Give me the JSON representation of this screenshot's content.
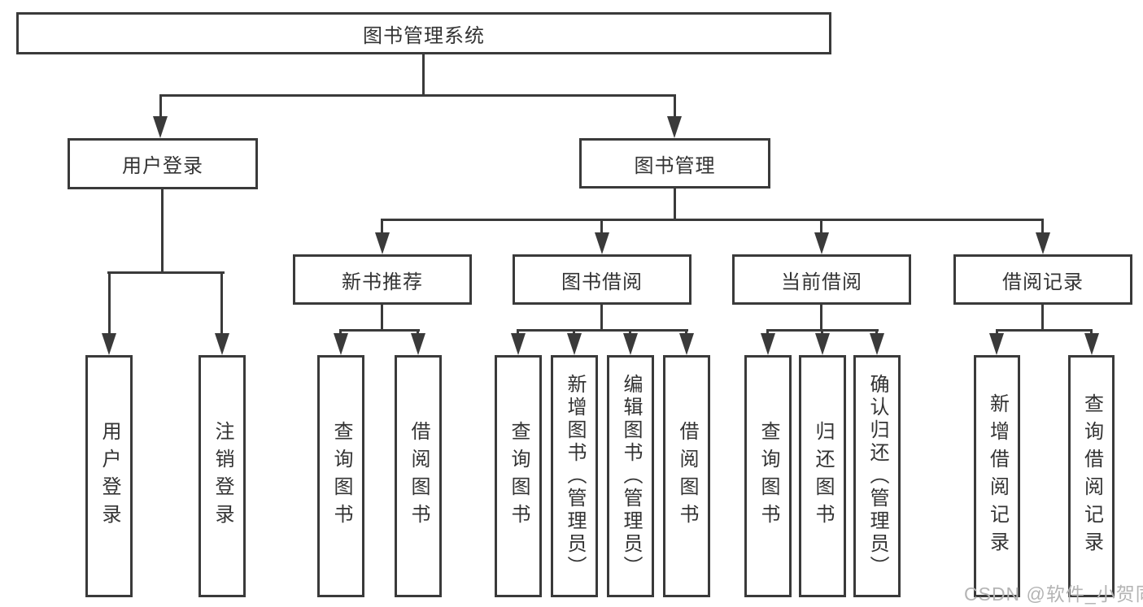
{
  "diagram": {
    "root": {
      "label": "图书管理系统"
    },
    "level2": [
      {
        "label": "用户登录"
      },
      {
        "label": "图书管理"
      }
    ],
    "level3": [
      {
        "label": "新书推荐"
      },
      {
        "label": "图书借阅"
      },
      {
        "label": "当前借阅"
      },
      {
        "label": "借阅记录"
      }
    ],
    "leaves": {
      "user_login": [
        {
          "label": "用户登录"
        },
        {
          "label": "注销登录"
        }
      ],
      "new_books": [
        {
          "label": "查询图书"
        },
        {
          "label": "借阅图书"
        }
      ],
      "book_borrow": [
        {
          "label": "查询图书"
        },
        {
          "label": "新增图书（管理员）"
        },
        {
          "label": "编辑图书（管理员）"
        },
        {
          "label": "借阅图书"
        }
      ],
      "current_borrow": [
        {
          "label": "查询图书"
        },
        {
          "label": "归还图书"
        },
        {
          "label": "确认归还（管理员）"
        }
      ],
      "borrow_records": [
        {
          "label": "新增借阅记录"
        },
        {
          "label": "查询借阅记录"
        }
      ]
    }
  },
  "watermark": {
    "text": "CSDN @软件_小贺同学"
  },
  "colors": {
    "line": "#3a3a3a",
    "text": "#333333",
    "watermark": "#b4b4b4",
    "background": "#ffffff"
  }
}
